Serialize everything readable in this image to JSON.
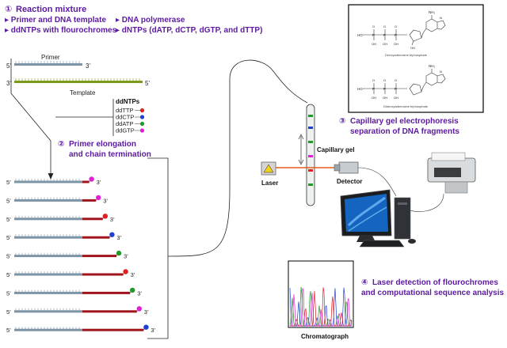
{
  "step1": {
    "num": "①",
    "title": "Reaction mixture",
    "items": [
      "▸ Primer and DNA template",
      "▸ DNA polymerase",
      "▸ ddNTPs with flourochromes",
      "▸ dNTPs (dATP, dCTP, dGTP, and dTTP)"
    ]
  },
  "strands": {
    "primer_label": "Primer",
    "template_label": "Template",
    "five": "5’",
    "three": "3’"
  },
  "ddntps": {
    "title": "ddNTPs",
    "items": [
      {
        "label": "ddTTP",
        "color": "#e11f1f"
      },
      {
        "label": "ddCTP",
        "color": "#1f3fd1"
      },
      {
        "label": "ddATP",
        "color": "#1f9a2a"
      },
      {
        "label": "ddGTP",
        "color": "#e11fd6"
      }
    ]
  },
  "step2": {
    "num": "②",
    "lines": [
      "Primer elongation",
      "and chain termination"
    ]
  },
  "fragments": {
    "colors": [
      "#e11fd6",
      "#e11fd6",
      "#e11f1f",
      "#1f3fd1",
      "#1f9a2a",
      "#e11f1f",
      "#1f9a2a",
      "#e11fd6",
      "#1f3fd1"
    ],
    "lengths": [
      1,
      2,
      3,
      4,
      5,
      6,
      7,
      8,
      9
    ]
  },
  "molecules": {
    "top_caption": "Deoxyadenosine triphosphate",
    "bottom_caption": "Dideoxyadenosine triphosphate",
    "nh2": "NH₂",
    "n": "N",
    "o": "O",
    "p": "P",
    "ho": "HO",
    "oh": "OH"
  },
  "step3": {
    "num": "③",
    "lines": [
      "Capillary gel electrophoresis",
      "separation of DNA fragments"
    ]
  },
  "labels": {
    "capillary_gel": "Capillary gel",
    "laser": "Laser",
    "detector": "Detector",
    "chromatograph": "Chromatograph"
  },
  "step4": {
    "num": "④",
    "lines": [
      "Laser detection of flourochromes",
      "and computational sequence analysis"
    ]
  },
  "colors": {
    "primer_strand": "#7d94a6",
    "template_strand": "#7c9a1a",
    "elongation": "#a0141e",
    "title_purple": "#5b1aa0"
  }
}
